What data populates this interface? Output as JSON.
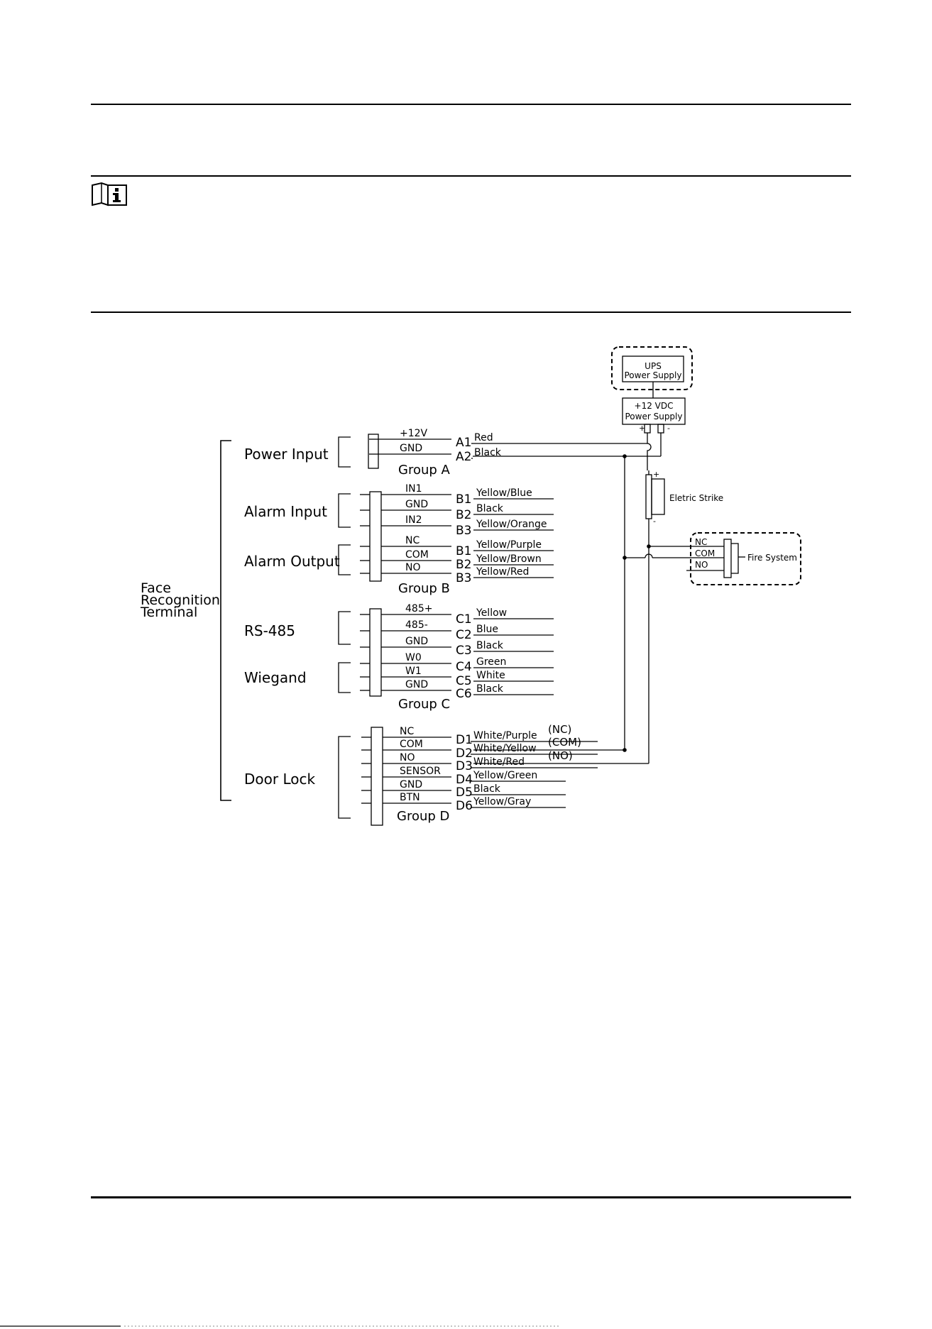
{
  "terminal": {
    "lines": [
      "Face",
      "Recognition",
      "Terminal"
    ]
  },
  "sections": [
    {
      "label": "Power Input"
    },
    {
      "label": "Alarm Input"
    },
    {
      "label": "Alarm Output"
    },
    {
      "label": "RS-485"
    },
    {
      "label": "Wiegand"
    },
    {
      "label": "Door Lock"
    }
  ],
  "groups": [
    "Group A",
    "Group B",
    "Group C",
    "Group D"
  ],
  "wires": [
    {
      "signal": "+12V",
      "pin": "A1",
      "color": "Red"
    },
    {
      "signal": "GND",
      "pin": "A2",
      "color": "Black"
    },
    {
      "signal": "IN1",
      "pin": "B1",
      "color": "Yellow/Blue"
    },
    {
      "signal": "GND",
      "pin": "B2",
      "color": "Black"
    },
    {
      "signal": "IN2",
      "pin": "B3",
      "color": "Yellow/Orange"
    },
    {
      "signal": "NC",
      "pin": "B1",
      "color": "Yellow/Purple"
    },
    {
      "signal": "COM",
      "pin": "B2",
      "color": "Yellow/Brown"
    },
    {
      "signal": "NO",
      "pin": "B3",
      "color": "Yellow/Red"
    },
    {
      "signal": "485+",
      "pin": "C1",
      "color": "Yellow"
    },
    {
      "signal": "485-",
      "pin": "C2",
      "color": "Blue"
    },
    {
      "signal": "GND",
      "pin": "C3",
      "color": "Black"
    },
    {
      "signal": "W0",
      "pin": "C4",
      "color": "Green"
    },
    {
      "signal": "W1",
      "pin": "C5",
      "color": "White"
    },
    {
      "signal": "GND",
      "pin": "C6",
      "color": "Black"
    },
    {
      "signal": "NC",
      "pin": "D1",
      "color": "White/Purple",
      "note": "(NC)"
    },
    {
      "signal": "COM",
      "pin": "D2",
      "color": "White/Yellow",
      "note": "(COM)"
    },
    {
      "signal": "NO",
      "pin": "D3",
      "color": "White/Red",
      "note": "(NO)"
    },
    {
      "signal": "SENSOR",
      "pin": "D4",
      "color": "Yellow/Green"
    },
    {
      "signal": "GND",
      "pin": "D5",
      "color": "Black"
    },
    {
      "signal": "BTN",
      "pin": "D6",
      "color": "Yellow/Gray"
    }
  ],
  "ups": {
    "line1": "UPS",
    "line2": "Power Supply"
  },
  "psu": {
    "line1": "+12 VDC",
    "line2": "Power Supply",
    "plus": "+",
    "minus": "-"
  },
  "strike": {
    "label": "Eletric Strike",
    "plus": "+",
    "minus": "-"
  },
  "fire": {
    "label": "Fire System",
    "terminals": [
      "NC",
      "COM",
      "NO"
    ]
  },
  "icons": {
    "note": "note-book-info-icon"
  }
}
